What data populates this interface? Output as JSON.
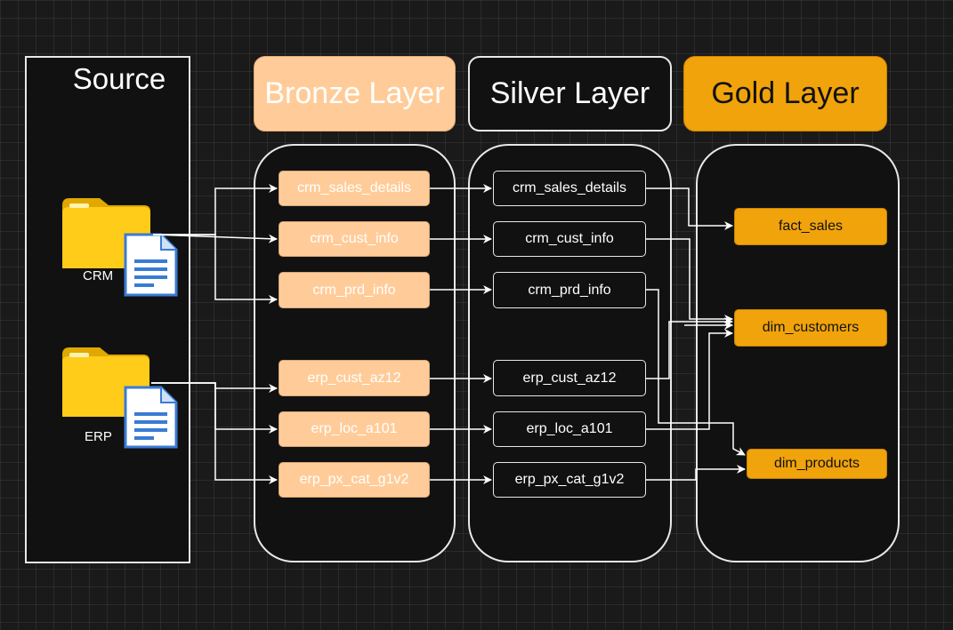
{
  "source": {
    "title": "Source",
    "crm_label": "CRM",
    "erp_label": "ERP"
  },
  "layers": {
    "bronze": "Bronze Layer",
    "silver": "Silver Layer",
    "gold": "Gold Layer"
  },
  "bronze_nodes": [
    "crm_sales_details",
    "crm_cust_info",
    "crm_prd_info",
    "erp_cust_az12",
    "erp_loc_a101",
    "erp_px_cat_g1v2"
  ],
  "silver_nodes": [
    "crm_sales_details",
    "crm_cust_info",
    "crm_prd_info",
    "erp_cust_az12",
    "erp_loc_a101",
    "erp_px_cat_g1v2"
  ],
  "gold_nodes": [
    "fact_sales",
    "dim_customers",
    "dim_products"
  ],
  "colors": {
    "bronze": "#ffcc99",
    "gold": "#f0a30a",
    "folder": "#f5c518",
    "document": "#4a90e2"
  },
  "icons": {
    "folder": "folder-icon",
    "document": "document-icon"
  }
}
